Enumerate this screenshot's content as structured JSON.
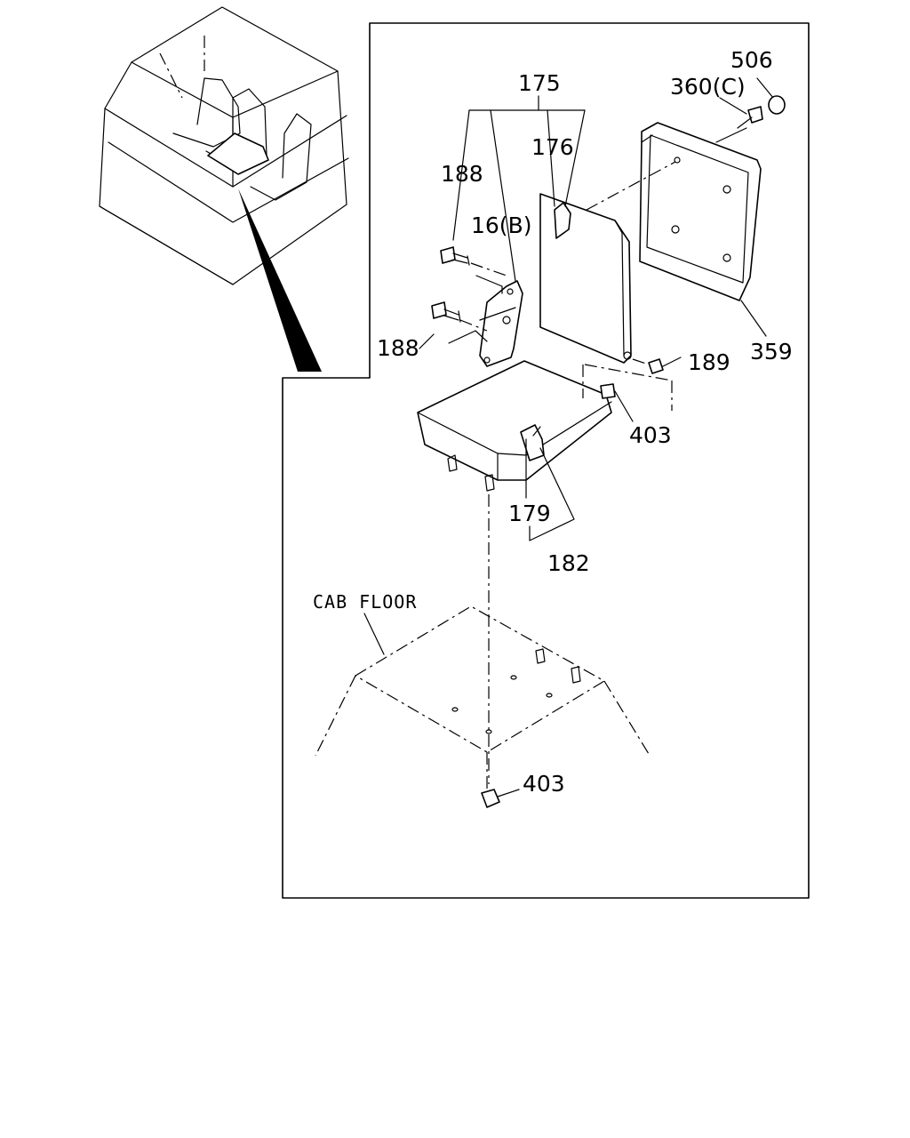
{
  "labels": {
    "l175": "175",
    "l176": "176",
    "l188a": "188",
    "l188b": "188",
    "l16b": "16(B)",
    "l506": "506",
    "l360c": "360(C)",
    "l359": "359",
    "l189": "189",
    "l403a": "403",
    "l403b": "403",
    "l179": "179",
    "l182": "182",
    "cab_floor": "CAB FLOOR"
  },
  "colors": {
    "line": "#000000",
    "background": "#ffffff"
  }
}
